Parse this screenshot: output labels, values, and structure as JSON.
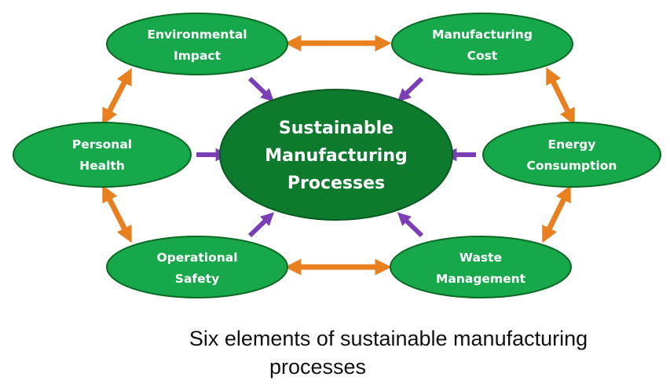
{
  "diagram": {
    "center": {
      "line1": "Sustainable",
      "line2": "Manufacturing",
      "line3": "Processes"
    },
    "environmental_impact": {
      "line1": "Environmental",
      "line2": "Impact"
    },
    "manufacturing_cost": {
      "line1": "Manufacturing",
      "line2": "Cost"
    },
    "personal_health": {
      "line1": "Personal",
      "line2": "Health"
    },
    "energy_consumption": {
      "line1": "Energy",
      "line2": "Consumption"
    },
    "operational_safety": {
      "line1": "Operational",
      "line2": "Safety"
    },
    "waste_management": {
      "line1": "Waste",
      "line2": "Management"
    }
  },
  "caption": {
    "line1": "Six elements of sustainable manufacturing",
    "line2": "processes"
  },
  "colors": {
    "outer_fill": "#17a84b",
    "center_fill": "#0d7a2e",
    "node_stroke": "#0b6b25",
    "ring_arrow": "#e8801f",
    "inward_arrow": "#7b3fb5"
  }
}
